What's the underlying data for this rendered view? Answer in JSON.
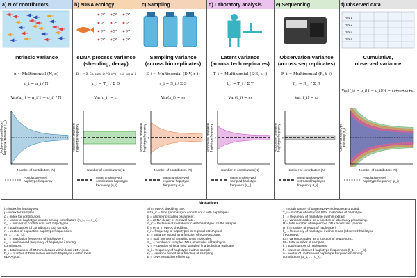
{
  "panels": [
    {
      "header": "a) N of contributors",
      "title": [
        "Intrinsic variance"
      ],
      "eqs": [
        "n ~ Multinomial (N, π)",
        "u_i = n_i / N",
        "Var(u_i) = p_i(1 − p_i) / N"
      ],
      "ylabel": [
        "Unobserved contributors'",
        "haplotype frequency (u_i)"
      ],
      "xlabel": "Number of contributors (N)",
      "legend": [
        "Population-level",
        "haplotype frequency"
      ],
      "color": "#1f7ab5"
    },
    {
      "header": "b) eDNA ecology",
      "title": [
        "eDNA process variance",
        "(shedding, decay)"
      ],
      "eqs": [
        "D_i = Σ Sh·size_ic^β·e^(−λ·d_ic)·u_i",
        "r_i = T_i / Σ D",
        "Var(r_i) = ε₁"
      ],
      "ylabel": [
        "Associated change in",
        "haplotype frequency"
      ],
      "xlabel": "Number of contributors (N)",
      "legend": [
        "Mean unobserved",
        "contributors' haplotype",
        "frequency (u_i)"
      ],
      "color": "#3aa63a"
    },
    {
      "header": "c) Sampling",
      "title": [
        "Sampling variance",
        "(across bio replicates)"
      ],
      "eqs": [
        "S_i ~ Multinomial (D·V, r_i)",
        "s_i = S_i / Σ S",
        "Var(s_i) = ε₂"
      ],
      "ylabel": [
        "Associated change in",
        "haplotype frequency"
      ],
      "xlabel": "Number of contributors (N)",
      "legend": [
        "Mean unobserved",
        "regional haplotype",
        "frequency (r_i)"
      ],
      "color": "#e8733a"
    },
    {
      "header": "d) Laboratory analysis",
      "title": [
        "Latent variance",
        "(across tech replicates)"
      ],
      "eqs": [
        "T_i ~ Multinomial (S·E, s_i)",
        "t_i = T_i / Σ T",
        "Var(t_i) = ε₃"
      ],
      "ylabel": [
        "Associated change in",
        "haplotype frequency"
      ],
      "xlabel": "Number of contributors (N)",
      "legend": [
        "Mean unobserved",
        "sampled haplotype",
        "frequency (s_i)"
      ],
      "color": "#c03cc0"
    },
    {
      "header": "e) Sequencing",
      "title": [
        "Observation variance",
        "(across seq replicates)"
      ],
      "eqs": [
        "R_i ~ Multinomial (R, t_i)",
        "f_i = R_i / Σ R",
        "Var(f_i) = ε₄"
      ],
      "ylabel": [
        "Associated change in",
        "haplotype frequency"
      ],
      "xlabel": "Number of contributors (N)",
      "legend": [
        "Mean unobserved",
        "extracted haplotype",
        "frequency (t_i)"
      ],
      "color": "#777777"
    },
    {
      "header": "f) Observed data",
      "title": [
        "Cumulative,",
        "observed variance"
      ],
      "eqs": [
        "Var(f_i) = p_i(1 − p_i)/N + ε₁+ε₂+ε₃+ε₄"
      ],
      "ylabel": [
        "Observed haplotype",
        "frequency (f_i)"
      ],
      "xlabel": "Number of contributors (N)",
      "legend": [
        "Population-level",
        "haplotype frequency (p_i)"
      ],
      "color": "#1f7ab5"
    }
  ],
  "seqrows": [
    "HTV 1",
    "HTV 2",
    "HTV 3",
    "HTV 4"
  ],
  "notation": {
    "title": "Notation",
    "col1": [
      "i = index for haplotypes.",
      "j = index for samples.",
      "c = index for contributors.",
      "n = vector of haplotype counts among contributors (n_1, …, n_k).",
      "n_i = number of contributors with haplotype i.",
      "N = total number of contributors to a sample.",
      "π = vector of population haplotype frequencies.",
      "(p_1, …, p_k).",
      "p_i = population frequency of haplotype i.",
      "u_i = unobserved frequency of haplotype i among",
      "contributors.",
      "D = total number of DNA molecules within local eDNA pool.",
      "D_i = number of DNA molecules with haplotype i within local",
      "eDNA pool."
    ],
    "col2": [
      "Sh = eDNA shedding rate.",
      "size_ic = Size (biomass) of contributor c with haplotype i.",
      "β = allometric scaling parameter.",
      "λ = eDNA decay or removal rate.",
      "d_ic = Distance of contributor c with haplotype i to the sample.",
      "δ = error in eDNA shedding.",
      "r_i = frequency of haplotype i in regional eDNA pool.",
      "ε₁ = variance added as a function of eDNA ecology.",
      "S = total number of sampled DNA molecules.",
      "S_i = number of sampled DNA molecules of haplotype i.",
      "V = Proportion of local pool sampled in a biological replicate.",
      "s_i = frequency of haplotype i within sample.",
      "ε₂ = variance added as a function of sampling.",
      "E = DNA extraction efficiency."
    ],
    "col3": [
      "T = total number of target eDNA molecules extracted.",
      "T_i = number of extracted DNA molecules of haplotype i.",
      "t_i = frequency of haplotype i within extract.",
      "ε₃ = variance added as a function of laboratory processing.",
      "R = total number of sequenced DNA molecules (reads).",
      "R_i = number of reads of haplotype i.",
      "f_i = frequency of haplotype i within reads (observed haplotype",
      "frequency).",
      "ε₄ = variance added as a function of sequencing.",
      "M = total number of samples.",
      "k = total number of haplotypes.",
      "f = vector of observed haplotype frequencies (f_1, …, f_k).",
      "u = vector of unobserved haplotype frequencies among",
      "contributors (u_1, …, u_k)."
    ]
  },
  "colors": {
    "head_a": "#c5dcf2",
    "head_b": "#f6d5b0",
    "head_c": "#f5d3b8",
    "head_d": "#ecc3ee",
    "head_e": "#d7ead2",
    "head_f": "#e3e3e3"
  }
}
